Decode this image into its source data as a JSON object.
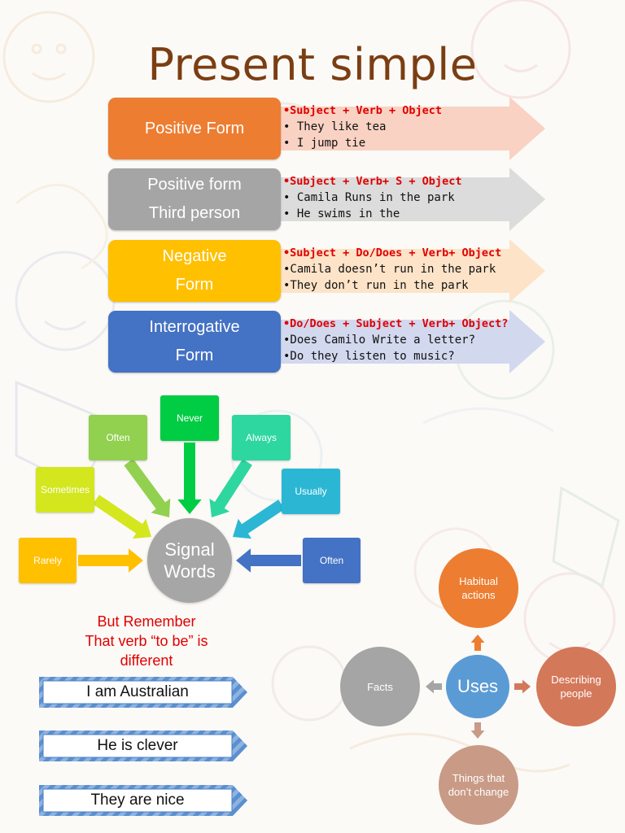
{
  "title": "Present simple",
  "forms": [
    {
      "label_lines": [
        "Positive Form"
      ],
      "color": "#ed7d31",
      "arrow_color": "#f9d2c3",
      "rule": "•Subject + Verb + Object",
      "examples": [
        "• They like tea",
        "• I jump tie"
      ]
    },
    {
      "label_lines": [
        "Positive form",
        "Third person"
      ],
      "color": "#a5a5a5",
      "arrow_color": "#dcdcdc",
      "rule": "•Subject + Verb+ S + Object",
      "examples": [
        "• Camila Runs in the park",
        "• He swims in the"
      ]
    },
    {
      "label_lines": [
        "Negative",
        "Form"
      ],
      "color": "#ffc000",
      "arrow_color": "#fde3c8",
      "rule": "•Subject + Do/Does + Verb+ Object",
      "examples": [
        "•Camila doesn’t run in the park",
        "•They don’t run in the park"
      ]
    },
    {
      "label_lines": [
        "Interrogative",
        "Form"
      ],
      "color": "#4472c4",
      "arrow_color": "#d2d8ee",
      "rule": "•Do/Does + Subject + Verb+ Object?",
      "examples": [
        "•Does Camilo Write a letter?",
        "•Do they listen to music?"
      ]
    }
  ],
  "signal": {
    "center_lines": [
      "Signal",
      "Words"
    ],
    "words": [
      {
        "label": "Rarely",
        "color": "#ffc000"
      },
      {
        "label": "Sometimes",
        "color": "#d4e61e"
      },
      {
        "label": "Often",
        "color": "#92d050"
      },
      {
        "label": "Never",
        "color": "#00cc44"
      },
      {
        "label": "Always",
        "color": "#2ed6a0"
      },
      {
        "label": "Usually",
        "color": "#2bb7d4"
      },
      {
        "label": "Often",
        "color": "#4472c4"
      }
    ]
  },
  "remember_lines": [
    "But Remember",
    "That verb “to be” is",
    "different"
  ],
  "to_be_examples": [
    "I  am  Australian",
    "He is clever",
    "They are nice"
  ],
  "uses": {
    "center": "Uses",
    "top": "Habitual actions",
    "right": "Describing people",
    "bottom": "Things that don’t change",
    "left": "Facts",
    "colors": {
      "center": "#5b9bd5",
      "top": "#ed7d31",
      "right": "#d4785a",
      "bottom": "#c99a86",
      "left": "#a5a5a5"
    }
  }
}
